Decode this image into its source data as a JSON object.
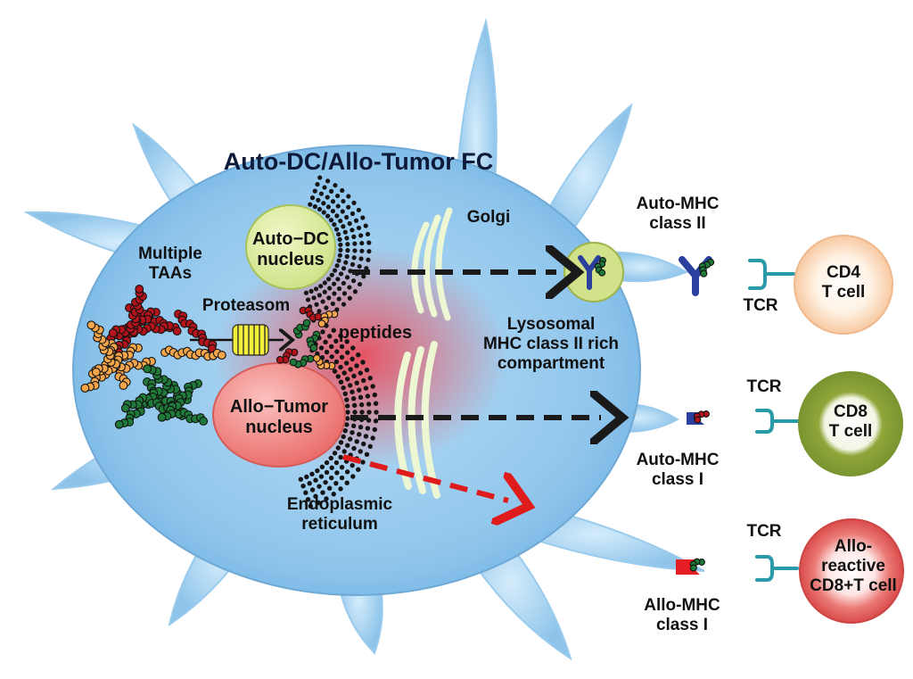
{
  "title": "Auto-DC/Allo-Tumor FC",
  "organelles": {
    "dc_nucleus": [
      "Auto−DC",
      "nucleus"
    ],
    "tumor_nucleus": [
      "Allo−Tumor",
      "nucleus"
    ],
    "golgi": "Golgi",
    "er": [
      "Endoplasmic",
      "reticulum"
    ],
    "lysosome": [
      "Lysosomal",
      "MHC class II rich",
      "compartment"
    ]
  },
  "antigens": {
    "taas": [
      "Multiple",
      "TAAs"
    ],
    "proteasome": "Proteasom",
    "peptides": "peptides"
  },
  "mhc": {
    "class2": [
      "Auto-MHC",
      "class II"
    ],
    "auto_class1": [
      "Auto-MHC",
      "class I"
    ],
    "allo_class1": [
      "Allo-MHC",
      "class I"
    ]
  },
  "tcr_label": "TCR",
  "tcells": {
    "cd4": [
      "CD4",
      "T cell"
    ],
    "cd8": [
      "CD8",
      "T cell"
    ],
    "allo": [
      "Allo-",
      "reactive",
      "CD8+T cell"
    ]
  },
  "colors": {
    "cell_fill": "#8cc3ea",
    "arrow_black": "#1a1a1a",
    "arrow_red": "#e01b1b",
    "mhc_blue": "#2a3f9e",
    "mhc_red": "#e31e24",
    "tcr_teal": "#2a9aa8"
  }
}
